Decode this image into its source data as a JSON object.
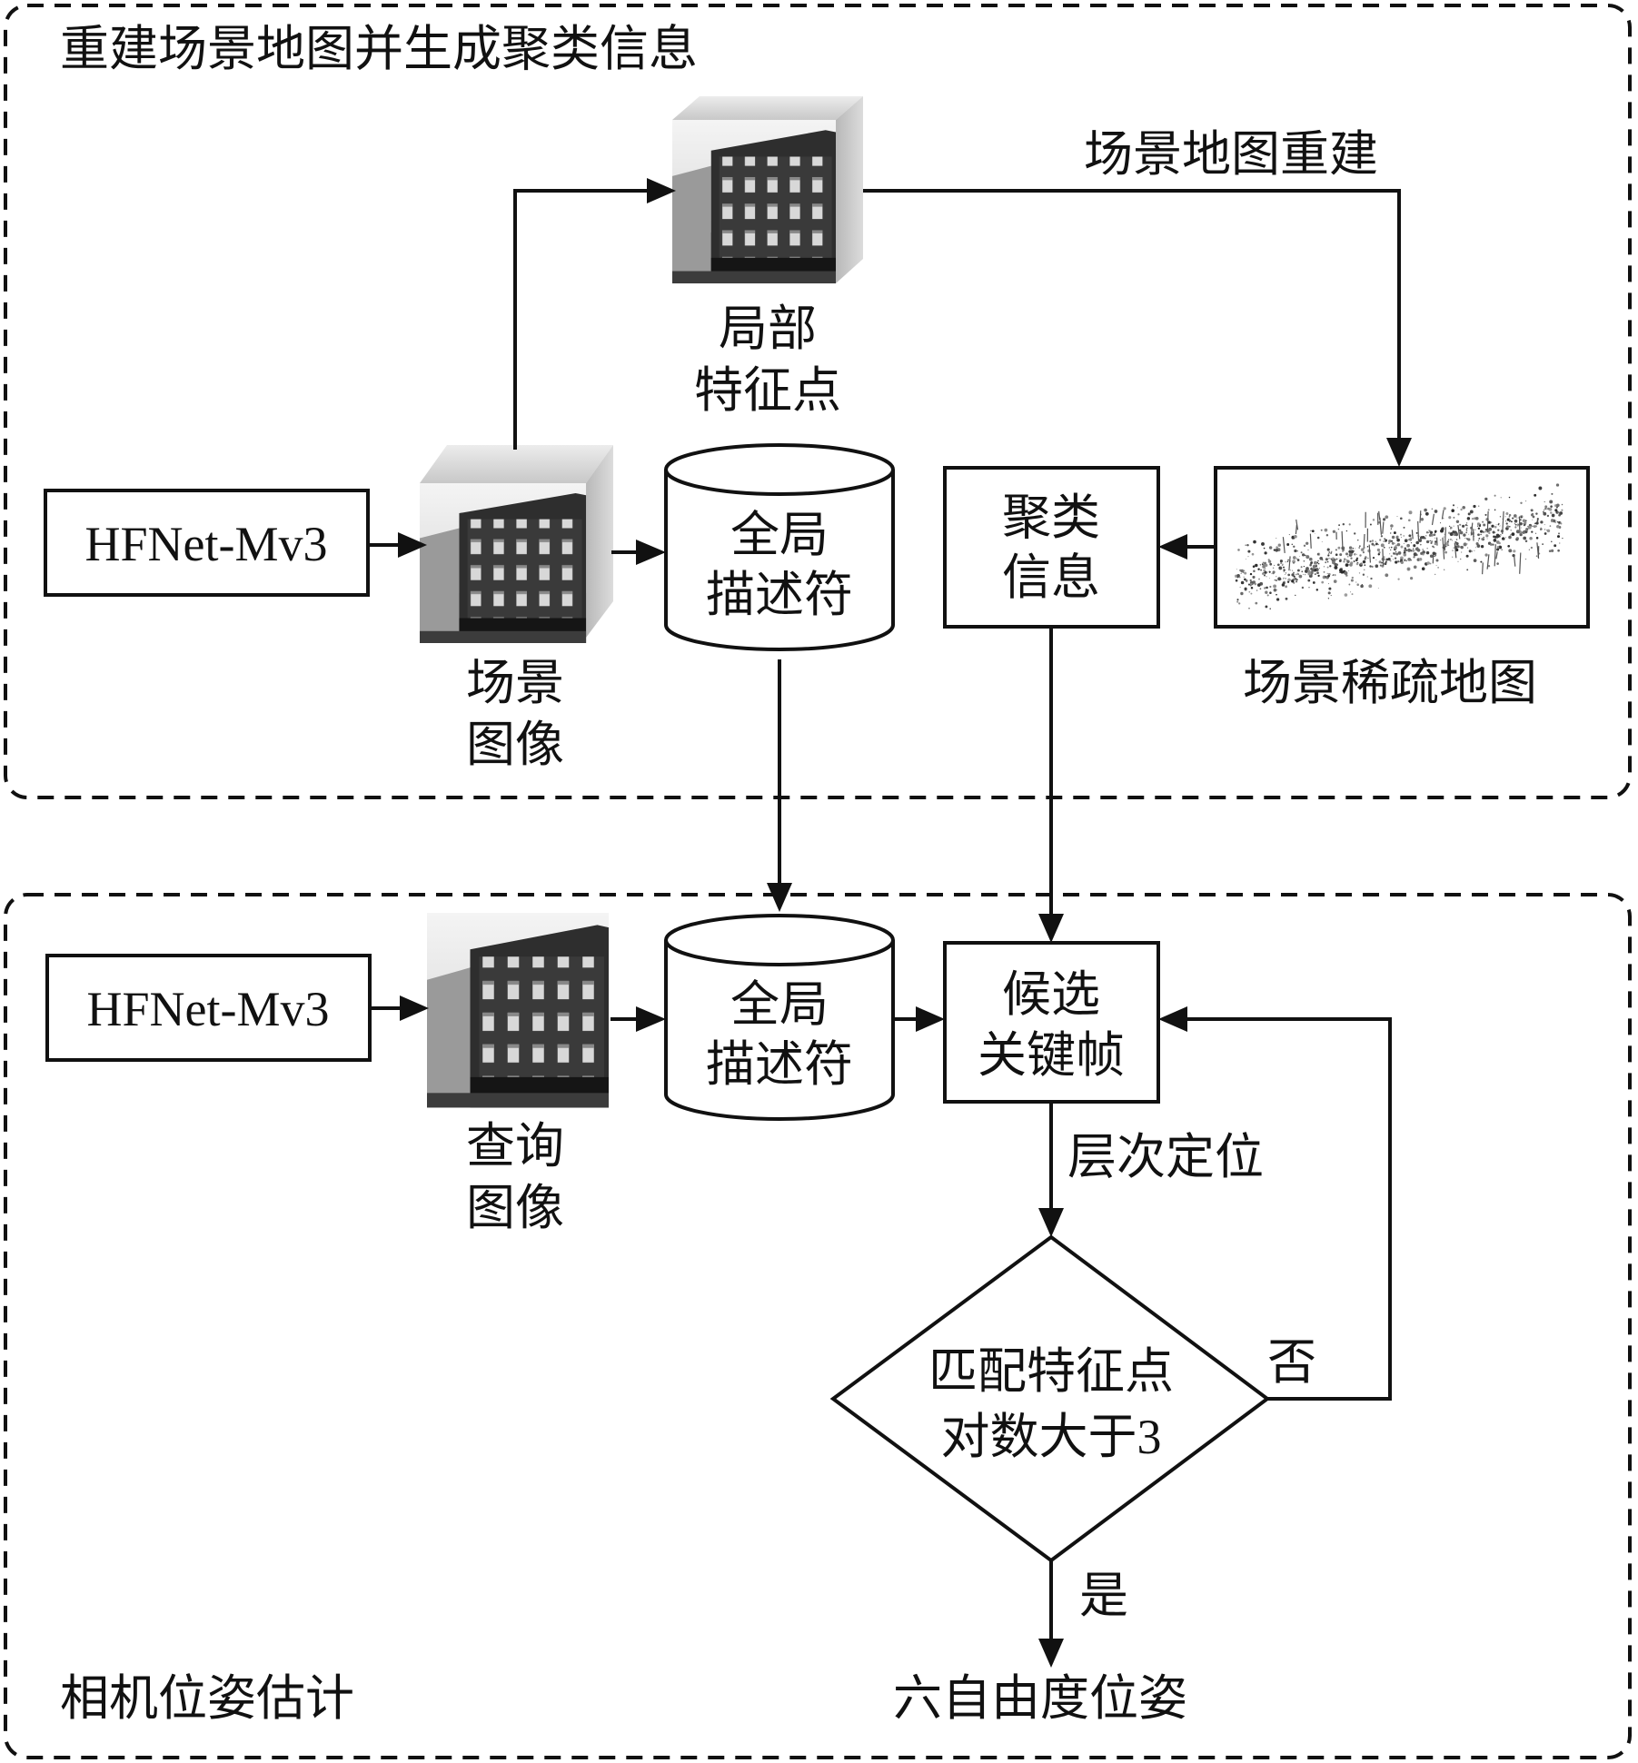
{
  "sections": {
    "top_title": "重建场景地图并生成聚类信息",
    "bottom_title": "相机位姿估计"
  },
  "nodes": {
    "hfnet_top": "HFNet-Mv3",
    "hfnet_bottom": "HFNet-Mv3",
    "scene_image": [
      "场景",
      "图像"
    ],
    "local_features": [
      "局部",
      "特征点"
    ],
    "global_desc_top": [
      "全局",
      "描述符"
    ],
    "cluster_info": [
      "聚类",
      "信息"
    ],
    "sparse_map": "场景稀疏地图",
    "query_image": [
      "查询",
      "图像"
    ],
    "global_desc_bottom": [
      "全局",
      "描述符"
    ],
    "candidate_keyframes": [
      "候选",
      "关键帧"
    ],
    "decision": [
      "匹配特征点",
      "对数大于3"
    ],
    "output": "六自由度位姿"
  },
  "edge_labels": {
    "map_reconstruction": "场景地图重建",
    "hierarchical_localization": "层次定位",
    "no": "否",
    "yes": "是"
  },
  "icons": {
    "scene_image": "building-photo-icon",
    "local_features": "building-photo-icon",
    "query_image": "building-photo-icon",
    "sparse_map": "point-cloud-map-icon"
  }
}
